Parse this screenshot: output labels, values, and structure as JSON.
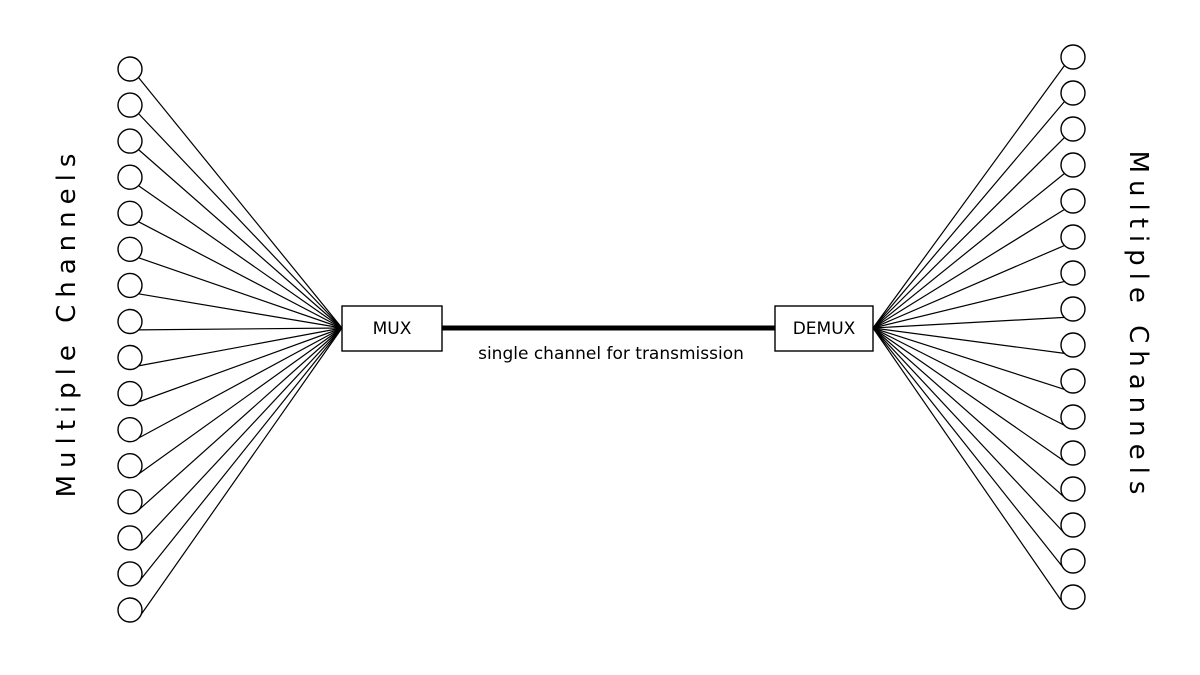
{
  "diagram": {
    "left_label": "Multiple Channels",
    "right_label": "Multiple Channels",
    "mux_label": "MUX",
    "demux_label": "DEMUX",
    "trunk_label": "single channel for transmission",
    "left_channel_count": 16,
    "right_channel_count": 16
  }
}
